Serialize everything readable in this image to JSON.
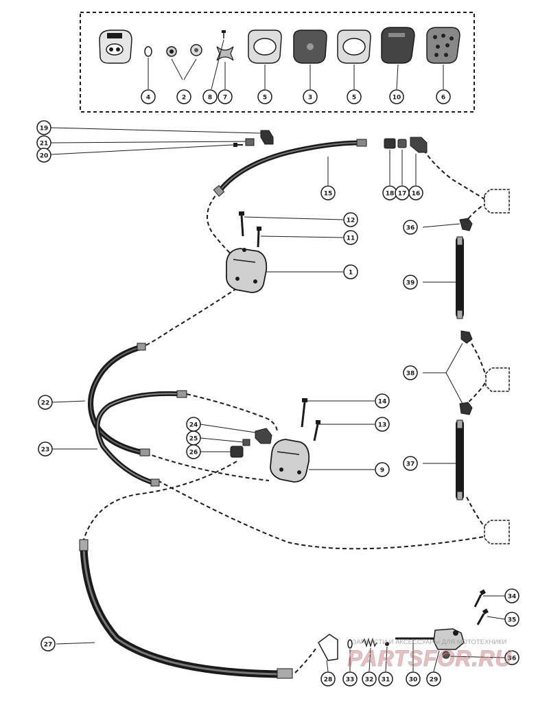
{
  "diagram": {
    "watermark": {
      "brand": "PARTSFOR.RU",
      "tagline": "ЗАПЧАСТИ И АКСЕССУАРЫ ДЛЯ МОТОТЕХНИКИ",
      "brand_color": "#d42020"
    },
    "callouts": [
      {
        "id": "c4",
        "label": "4"
      },
      {
        "id": "c2",
        "label": "2"
      },
      {
        "id": "c8",
        "label": "8"
      },
      {
        "id": "c7",
        "label": "7"
      },
      {
        "id": "c5a",
        "label": "5"
      },
      {
        "id": "c3",
        "label": "3"
      },
      {
        "id": "c5b",
        "label": "5"
      },
      {
        "id": "c10",
        "label": "10"
      },
      {
        "id": "c6",
        "label": "6"
      },
      {
        "id": "c19",
        "label": "19"
      },
      {
        "id": "c21",
        "label": "21"
      },
      {
        "id": "c20",
        "label": "20"
      },
      {
        "id": "c15",
        "label": "15"
      },
      {
        "id": "c18",
        "label": "18"
      },
      {
        "id": "c17",
        "label": "17"
      },
      {
        "id": "c16",
        "label": "16"
      },
      {
        "id": "c12",
        "label": "12"
      },
      {
        "id": "c11",
        "label": "11"
      },
      {
        "id": "c1",
        "label": "1"
      },
      {
        "id": "c36a",
        "label": "36"
      },
      {
        "id": "c39",
        "label": "39"
      },
      {
        "id": "c38",
        "label": "38"
      },
      {
        "id": "c22",
        "label": "22"
      },
      {
        "id": "c23",
        "label": "23"
      },
      {
        "id": "c14",
        "label": "14"
      },
      {
        "id": "c13",
        "label": "13"
      },
      {
        "id": "c24",
        "label": "24"
      },
      {
        "id": "c25",
        "label": "25"
      },
      {
        "id": "c26",
        "label": "26"
      },
      {
        "id": "c9",
        "label": "9"
      },
      {
        "id": "c37",
        "label": "37"
      },
      {
        "id": "c34",
        "label": "34"
      },
      {
        "id": "c35",
        "label": "35"
      },
      {
        "id": "c27",
        "label": "27"
      },
      {
        "id": "c28",
        "label": "28"
      },
      {
        "id": "c33",
        "label": "33"
      },
      {
        "id": "c32",
        "label": "32"
      },
      {
        "id": "c31",
        "label": "31"
      },
      {
        "id": "c30",
        "label": "30"
      },
      {
        "id": "c29",
        "label": "29"
      },
      {
        "id": "c36b",
        "label": "36"
      }
    ]
  }
}
